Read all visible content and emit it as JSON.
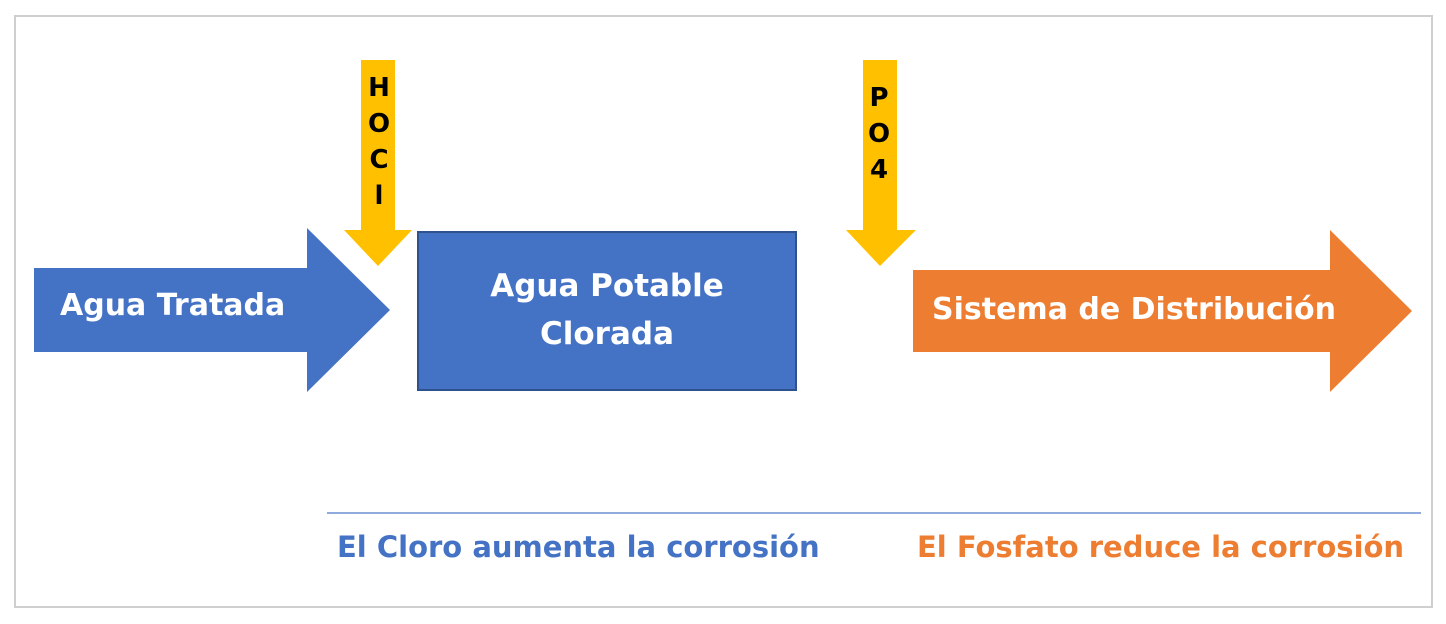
{
  "diagram": {
    "input_arrow": {
      "label": "Agua Tratada"
    },
    "process_box": {
      "label_lines": [
        "Agua Potable",
        "Clorada"
      ]
    },
    "output_arrow": {
      "label": "Sistema de Distribución"
    },
    "chlorine_arrow": {
      "letters": [
        "H",
        "O",
        "C",
        "l"
      ]
    },
    "phosphate_arrow": {
      "letters": [
        "P",
        "O",
        "4"
      ]
    },
    "notes": {
      "chlorine": "El Cloro aumenta la corrosión",
      "phosphate": "El Fosfato reduce la corrosión"
    },
    "colors": {
      "blue": "#4472c4",
      "orange": "#ed7d31",
      "yellow": "#ffc000",
      "box_border": "#2f528f",
      "divider": "#8faadc"
    }
  }
}
